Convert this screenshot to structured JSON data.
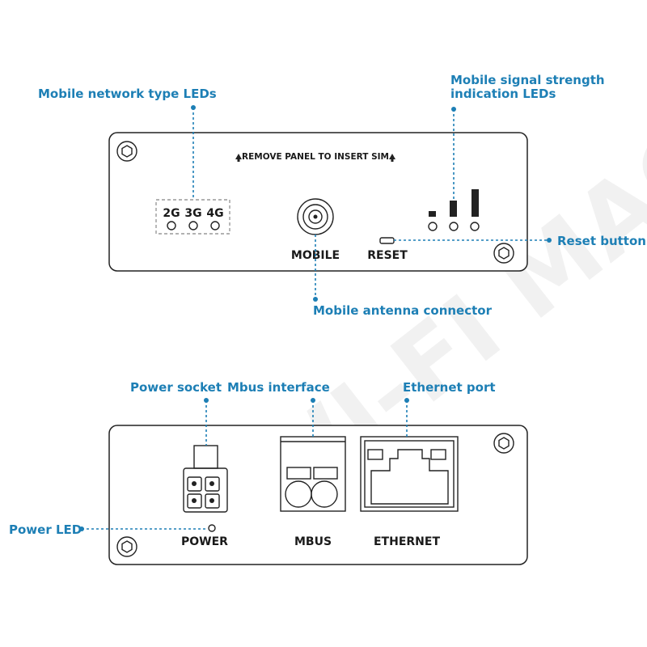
{
  "callouts": {
    "network_type_leds": "Mobile network type LEDs",
    "signal_strength_line1": "Mobile signal strength",
    "signal_strength_line2": "indication LEDs",
    "reset_button": "Reset button",
    "antenna_connector": "Mobile antenna connector",
    "power_socket": "Power socket",
    "mbus_interface": "Mbus interface",
    "ethernet_port": "Ethernet port",
    "power_led": "Power LED"
  },
  "front_panel": {
    "sim_notice": "REMOVE PANEL TO INSERT SIM",
    "led_labels": [
      "2G",
      "3G",
      "4G"
    ],
    "mobile_label": "MOBILE",
    "reset_label": "RESET"
  },
  "back_panel": {
    "power_label": "POWER",
    "mbus_label": "MBUS",
    "ethernet_label": "ETHERNET"
  },
  "watermark": "WI-FI MAG",
  "colors": {
    "accent": "#1d7fb5",
    "outline": "#222222"
  }
}
